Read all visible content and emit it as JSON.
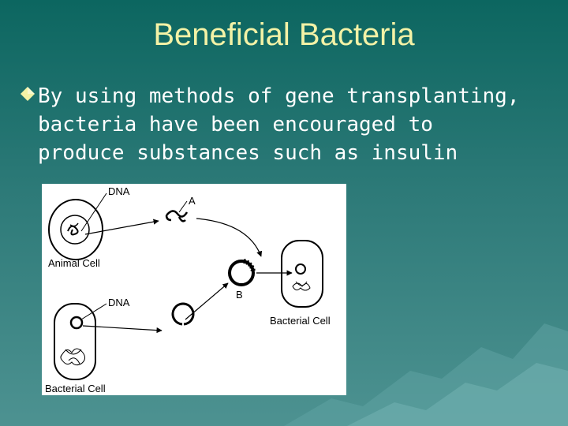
{
  "slide": {
    "title": "Beneficial Bacteria",
    "bullet_icon": "diamond-bullet-icon",
    "bullet_text_lines": [
      "By using methods of gene transplanting,",
      "bacteria have been encouraged to",
      "produce substances such as insulin"
    ],
    "colors": {
      "background_top": "#0c6660",
      "background_bottom": "#4d9291",
      "title": "#f3f2a6",
      "body_text": "#ffffff",
      "bullet": "#f3f2a6"
    }
  },
  "diagram": {
    "labels": {
      "dna_top": "DNA",
      "label_a": "A",
      "animal_cell": "Animal Cell",
      "label_b": "B",
      "dna_bottom": "DNA",
      "bacterial_cell_right": "Bacterial Cell",
      "bacterial_cell_bottom": "Bacterial Cell"
    }
  }
}
